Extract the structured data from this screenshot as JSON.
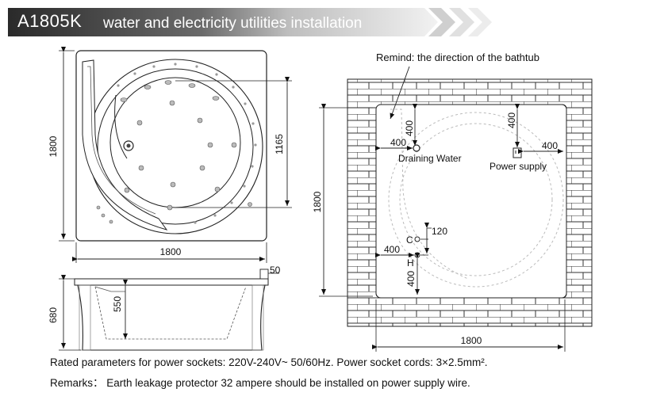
{
  "header": {
    "model": "A1805K",
    "title": "water and electricity utilities installation"
  },
  "top_view": {
    "height_dim": "1800",
    "width_dim": "1800",
    "basin_dim": "1165"
  },
  "side_view": {
    "total_height": "680",
    "inner_depth": "550",
    "rim_thickness": "50"
  },
  "wall_plan": {
    "reminder": "Remind: the direction of the bathtub",
    "height_dim": "1800",
    "width_dim": "1800",
    "drain_vertical": "400",
    "drain_horizontal": "400",
    "drain_label": "Draining Water",
    "power_vertical": "400",
    "power_horizontal": "400",
    "power_label": "Power supply",
    "valve_spacing": "120",
    "valve_horizontal": "400",
    "valve_vertical": "400",
    "cold_label": "C",
    "hot_label": "H"
  },
  "notes": {
    "line1": "Rated parameters for power sockets: 220V-240V~ 50/60Hz. Power socket cords: 3×2.5mm².",
    "line2": "Remarks： Earth leakage protector 32 ampere should be installed on power supply wire."
  }
}
